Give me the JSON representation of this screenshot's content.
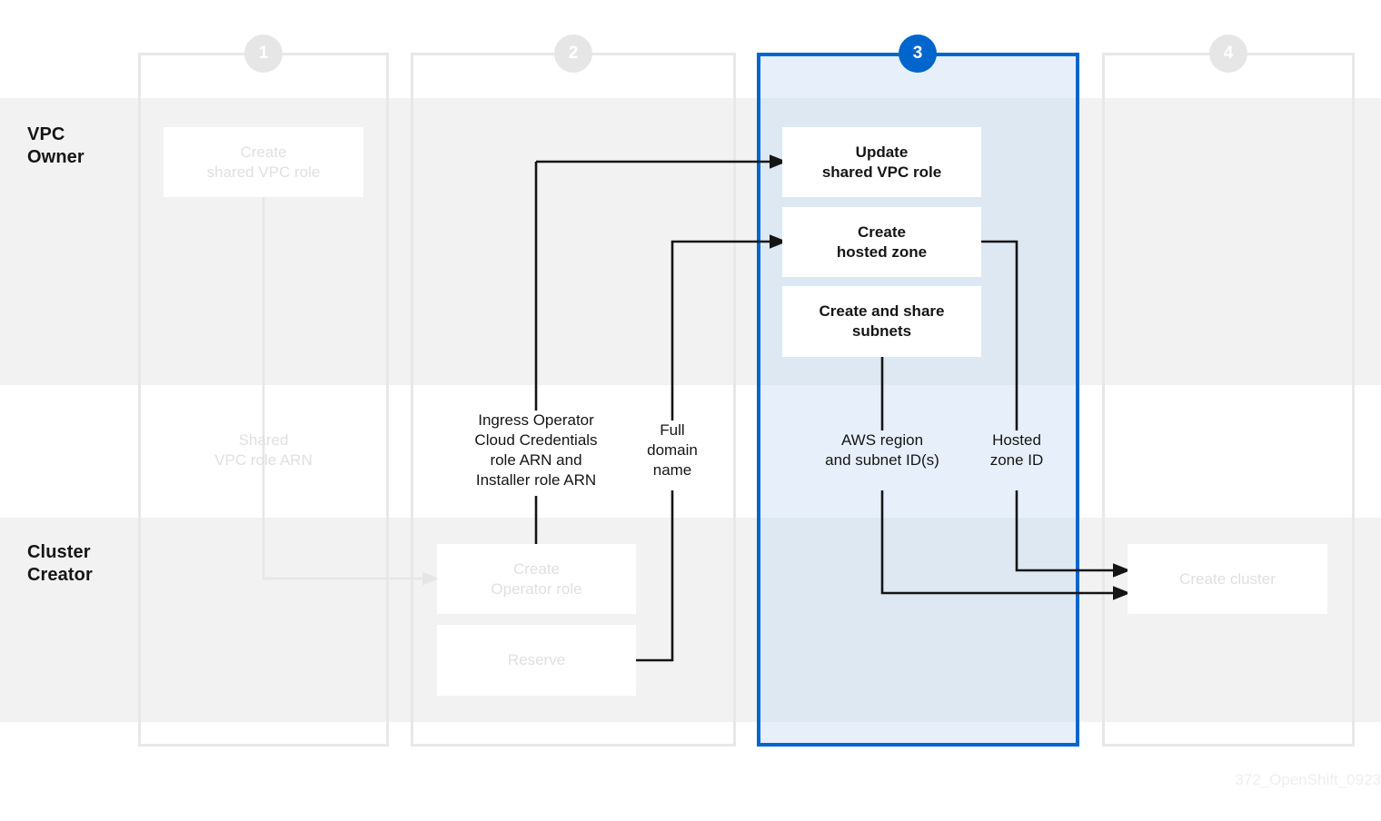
{
  "lanes": [
    {
      "id": "vpc-owner",
      "label": "VPC\nOwner"
    },
    {
      "id": "cluster-creator",
      "label": "Cluster\nCreator"
    }
  ],
  "stages": [
    {
      "number": "1",
      "active": false
    },
    {
      "number": "2",
      "active": false
    },
    {
      "number": "3",
      "active": true
    },
    {
      "number": "4",
      "active": false
    }
  ],
  "tasks": {
    "create_shared_vpc_role": "Create\nshared VPC role",
    "create_operator_role": "Create\nOperator role",
    "reserve": "Reserve",
    "update_shared_vpc_role": "Update\nshared VPC role",
    "create_hosted_zone": "Create\nhosted zone",
    "create_and_share_subnets": "Create and share\nsubnets",
    "create_cluster": "Create cluster"
  },
  "edge_labels": {
    "shared_vpc_role_arn": "Shared\nVPC role ARN",
    "ingress_installer_arns": "Ingress Operator\nCloud Credentials\nrole ARN and\nInstaller role ARN",
    "full_domain_name": "Full\ndomain\nname",
    "aws_region_and_subnet_ids": "AWS region\nand subnet ID(s)",
    "hosted_zone_id": "Hosted\nzone ID"
  },
  "watermark": "372_OpenShift_0923",
  "colors": {
    "accent_blue": "#0066CC",
    "panel_blue_dark": "#DDE8F3",
    "panel_blue_light": "#E7F0FA",
    "band_gray": "#F2F2F2",
    "faded_gray": "#E0E0E0",
    "text": "#151515"
  }
}
